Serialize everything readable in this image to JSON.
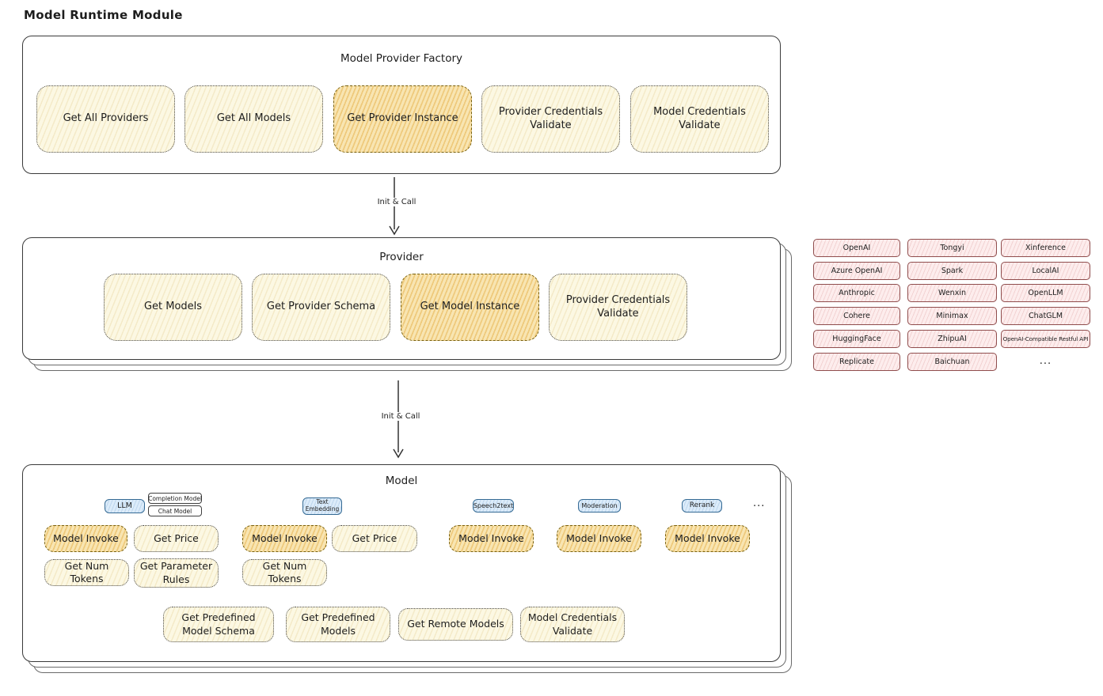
{
  "title": "Model Runtime Module",
  "colors": {
    "node_fill": "#fcf8e3",
    "highlight_fill": "#f8e5b2",
    "provider_chip_fill": "#fdeded",
    "model_type_pill_fill": "#dcecfa",
    "border": "#3a3a3a"
  },
  "factory": {
    "title": "Model Provider Factory",
    "buttons": [
      "Get All Providers",
      "Get All Models",
      "Get Provider Instance",
      "Provider Credentials Validate",
      "Model Credentials Validate"
    ]
  },
  "arrows": {
    "factory_to_provider": "Init & Call",
    "provider_to_model": "Init & Call"
  },
  "provider": {
    "title": "Provider",
    "buttons": [
      "Get Models",
      "Get Provider Schema",
      "Get Model Instance",
      "Provider Credentials Validate"
    ]
  },
  "model": {
    "title": "Model",
    "tabs": {
      "llm": "LLM",
      "completion_model": "Completion Model",
      "chat_model": "Chat Model",
      "text_embedding": "Text Embedding",
      "speech2text": "Speech2text",
      "moderation": "Moderation",
      "rerank": "Rerank",
      "more": "..."
    },
    "llm_ops": [
      "Model Invoke",
      "Get Price",
      "Get Num Tokens",
      "Get Parameter Rules"
    ],
    "embedding_ops": [
      "Model Invoke",
      "Get Price",
      "Get Num Tokens"
    ],
    "speech2text_ops": [
      "Model Invoke"
    ],
    "moderation_ops": [
      "Model Invoke"
    ],
    "rerank_ops": [
      "Model Invoke"
    ],
    "common_ops": [
      "Get Predefined Model Schema",
      "Get Predefined Models",
      "Get Remote Models",
      "Model Credentials Validate"
    ]
  },
  "providers": {
    "col1": [
      "OpenAI",
      "Azure OpenAI",
      "Anthropic",
      "Cohere",
      "HuggingFace",
      "Replicate"
    ],
    "col2": [
      "Tongyi",
      "Spark",
      "Wenxin",
      "Minimax",
      "ZhipuAI",
      "Baichuan"
    ],
    "col3": [
      "Xinference",
      "LocalAI",
      "OpenLLM",
      "ChatGLM",
      "OpenAI-Compatible Restful API"
    ],
    "more": "..."
  }
}
